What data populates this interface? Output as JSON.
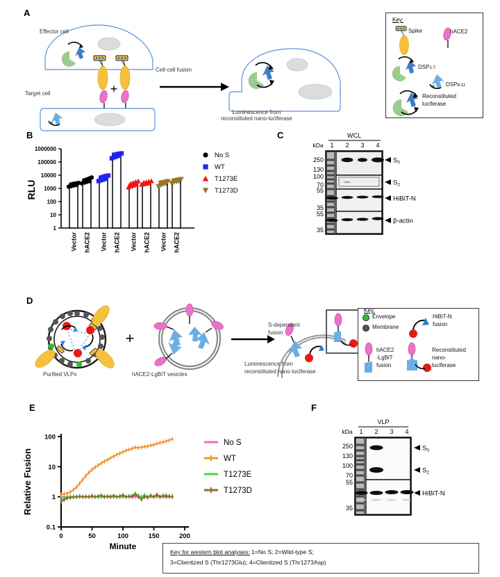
{
  "panels": {
    "A": {
      "letter": "A",
      "effector_cell": "Effector cell",
      "target_cell": "Target cell",
      "arrow_label": "Cell-cell fusion",
      "result_label_1": "Luminescence from",
      "result_label_2": "reconstituted nano-luciferase",
      "plus": "+",
      "key": {
        "title": "Key:",
        "spike": "Spike",
        "hace2": "hACE2",
        "dsp17": "DSP",
        "dsp17_sub": "1-7",
        "dsp811": "DSP",
        "dsp811_sub": "8-11",
        "recon_1": "Reconstituted",
        "recon_2": "luciferase"
      }
    },
    "B": {
      "letter": "B",
      "ylabel": "RLU",
      "yticks": [
        "1000000",
        "100000",
        "10000",
        "1000",
        "100",
        "10",
        "1"
      ],
      "xticks": [
        "Vector",
        "hACE2",
        "Vector",
        "hACE2",
        "Vector",
        "hACE2",
        "Vector",
        "hACE2"
      ],
      "legend": [
        {
          "label": "No S",
          "color": "#000000",
          "marker": "circle"
        },
        {
          "label": "WT",
          "color": "#2323f0",
          "marker": "square"
        },
        {
          "label": "T1273E",
          "color": "#f01414",
          "marker": "triangle-up"
        },
        {
          "label": "T1273D",
          "color": "#9b7328",
          "marker": "triangle-down"
        }
      ]
    },
    "C": {
      "letter": "C",
      "group_header": "WCL",
      "kda_label": "kDa",
      "lanes": [
        "1",
        "2",
        "3",
        "4"
      ],
      "markers": [
        "250",
        "130",
        "100",
        "70",
        "55",
        "35",
        "55",
        "35"
      ],
      "bands": [
        {
          "label": "S",
          "sub": "0"
        },
        {
          "label": "S",
          "sub": "2"
        },
        {
          "label": "HiBiT-N",
          "sub": ""
        },
        {
          "label": "β-actin",
          "sub": ""
        }
      ]
    },
    "D": {
      "letter": "D",
      "vlp_label": "Purified VLPs",
      "vesicle_label": "hACE2-LgBiT vesicles",
      "arrow_label_1": "S-dependent",
      "arrow_label_2": "fusion",
      "result_label_1": "Luminescence from",
      "result_label_2": "reconstituted nano-luciferase",
      "plus": "+",
      "key": {
        "title": "Key:",
        "envelope": "Envelope",
        "membrane": "Membrane",
        "hibit_1": "HiBiT-N",
        "hibit_2": "fusion",
        "hace2_1": "hACE2",
        "hace2_2": "-LgBiT",
        "hace2_3": "fusion",
        "recon_1": "Reconstituted",
        "recon_2": "nano-",
        "recon_3": "luciferase"
      }
    },
    "E": {
      "letter": "E",
      "legend": [
        {
          "label": "No S",
          "color": "#f765c8",
          "marker": "line"
        },
        {
          "label": "WT",
          "color": "#f29130",
          "marker": "line-dot"
        },
        {
          "label": "T1273E",
          "color": "#3bd93b",
          "marker": "line"
        },
        {
          "label": "T1273D",
          "color": "#8a6b2e",
          "marker": "line-cross"
        }
      ]
    },
    "F": {
      "letter": "F",
      "group_header": "VLP",
      "kda_label": "kDa",
      "lanes": [
        "1",
        "2",
        "3",
        "4"
      ],
      "markers": [
        "250",
        "130",
        "100",
        "70",
        "55",
        "35"
      ],
      "bands": [
        {
          "label": "S",
          "sub": "0"
        },
        {
          "label": "S",
          "sub": "2"
        },
        {
          "label": "HiBiT-N",
          "sub": ""
        }
      ]
    }
  },
  "bottom_key": {
    "title": "Key for western blot analyses:",
    "line1_rest": " 1=No S; 2=Wild-type S;",
    "line2": "3=Clientized S (Thr1273Glu); 4=Clientized S (Thr1273Asp)"
  },
  "chart_data": [
    {
      "id": "panelB",
      "type": "bar",
      "title": "",
      "xlabel": "",
      "ylabel": "RLU",
      "ylim": [
        1,
        1000000
      ],
      "yscale": "log",
      "yticks": [
        1,
        10,
        100,
        1000,
        10000,
        100000,
        1000000
      ],
      "categories": [
        "Vector",
        "hACE2",
        "Vector",
        "hACE2",
        "Vector",
        "hACE2",
        "Vector",
        "hACE2"
      ],
      "groups": [
        "No S",
        "No S",
        "WT",
        "WT",
        "T1273E",
        "T1273E",
        "T1273D",
        "T1273D"
      ],
      "values": [
        1900,
        3800,
        5200,
        300000,
        2100,
        2600,
        2100,
        3300
      ],
      "point_colors": [
        "#000000",
        "#000000",
        "#2323f0",
        "#2323f0",
        "#f01414",
        "#f01414",
        "#9b7328",
        "#9b7328"
      ],
      "points": [
        [
          1350,
          1500,
          1700,
          1850,
          2000,
          2200,
          2400,
          2600
        ],
        [
          2400,
          2800,
          3200,
          3600,
          4100,
          4700,
          5600,
          6700
        ],
        [
          3600,
          4200,
          4800,
          5600,
          6500,
          7600,
          8600,
          9400
        ],
        [
          190000,
          230000,
          270000,
          310000,
          350000,
          390000,
          420000,
          450000
        ],
        [
          1250,
          1500,
          1750,
          2000,
          2300,
          2700,
          3100,
          3500
        ],
        [
          2000,
          2200,
          2400,
          2600,
          2800,
          3000,
          3300,
          3600
        ],
        [
          1400,
          1700,
          2000,
          2300,
          2600,
          2900,
          3200,
          3500
        ],
        [
          2500,
          2800,
          3100,
          3400,
          3800,
          4200,
          4600,
          5000
        ]
      ],
      "legend_position": "right",
      "grid": false
    },
    {
      "id": "panelE",
      "type": "line",
      "title": "",
      "xlabel": "Minute",
      "ylabel": "Relative Fusion",
      "xlim": [
        0,
        200
      ],
      "ylim": [
        0.1,
        100
      ],
      "yscale": "log",
      "xticks": [
        0,
        50,
        100,
        150,
        200
      ],
      "yticks": [
        0.1,
        1,
        10,
        100
      ],
      "x": [
        0,
        5,
        10,
        15,
        20,
        25,
        30,
        35,
        40,
        45,
        50,
        55,
        60,
        65,
        70,
        75,
        80,
        85,
        90,
        95,
        100,
        105,
        110,
        115,
        120,
        125,
        130,
        135,
        140,
        145,
        150,
        155,
        160,
        165,
        170,
        175,
        180
      ],
      "series": [
        {
          "name": "No S",
          "color": "#f765c8",
          "values": [
            1.0,
            1.0,
            1.0,
            1.0,
            1.0,
            1.0,
            1.0,
            1.0,
            1.0,
            1.0,
            1.0,
            1.0,
            1.0,
            1.0,
            1.0,
            1.0,
            1.0,
            1.0,
            1.0,
            1.0,
            1.0,
            1.0,
            1.0,
            1.0,
            1.0,
            1.0,
            1.0,
            1.0,
            1.0,
            1.0,
            1.0,
            1.0,
            1.0,
            1.0,
            1.0,
            1.0,
            1.0
          ]
        },
        {
          "name": "WT",
          "color": "#f29130",
          "values": [
            1.2,
            1.25,
            1.3,
            1.45,
            1.7,
            2.1,
            2.8,
            3.7,
            5.0,
            6.4,
            8.0,
            9.6,
            11.2,
            13.0,
            15.0,
            17.0,
            19.5,
            22.0,
            25.0,
            28.0,
            31.0,
            34.0,
            37.0,
            40.0,
            44.0,
            42.0,
            44.0,
            46.0,
            48.0,
            51.0,
            54.0,
            58.0,
            62.0,
            66.0,
            70.0,
            76.0,
            82.0
          ]
        },
        {
          "name": "T1273E",
          "color": "#3bd93b",
          "values": [
            0.78,
            0.9,
            0.98,
            1.0,
            1.0,
            1.0,
            1.02,
            1.0,
            1.0,
            1.0,
            1.0,
            1.02,
            1.0,
            1.0,
            1.0,
            1.0,
            1.05,
            1.0,
            1.0,
            1.0,
            1.0,
            1.0,
            1.05,
            1.1,
            1.3,
            1.1,
            1.0,
            1.15,
            1.0,
            1.05,
            1.0,
            1.1,
            1.0,
            1.05,
            1.15,
            1.0,
            1.05
          ]
        },
        {
          "name": "T1273D",
          "color": "#8a6b2e",
          "values": [
            0.68,
            0.8,
            0.9,
            0.95,
            0.98,
            1.0,
            1.05,
            1.0,
            1.02,
            1.0,
            1.08,
            1.0,
            1.05,
            1.12,
            1.0,
            1.05,
            1.0,
            1.1,
            1.0,
            1.05,
            1.15,
            1.0,
            1.05,
            1.0,
            1.2,
            1.0,
            0.82,
            1.0,
            0.95,
            1.12,
            1.0,
            1.2,
            1.0,
            1.1,
            1.0,
            1.05,
            1.0
          ]
        }
      ],
      "legend_position": "right",
      "grid": false
    }
  ]
}
